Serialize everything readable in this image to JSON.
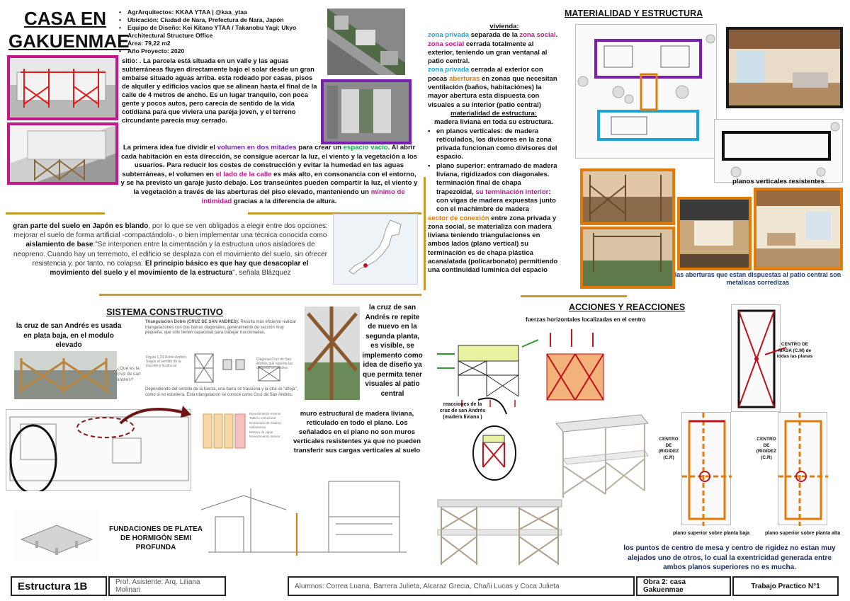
{
  "title": {
    "line1": "CASA EN",
    "line2": "GAKUENMAE"
  },
  "info": [
    "AgrArquitectos: KKAA YTAA | @kaa_ytaa",
    "Ubicación: Ciudad de Nara, Prefectura de Nara, Japón",
    "Equipo de Diseño: Kei Kitano YTAA / Takanobu Yagi; Ukyo Architectural Structure Office",
    "Área: 79,22 m2",
    "Año Proyecto: 2020"
  ],
  "sitio": "sitio: . La parcela está situada en un valle y las aguas subterráneas fluyen directamente bajo el solar desde un gran embalse situado aguas arriba. esta rodeado por casas, pisos de alquiler y edificios vacíos que se alinean hasta el final de la calle de 4 metros de ancho. Es un lugar tranquilo, con poca gente y pocos autos, pero carecía de sentido de la vida cotidiana para que viviera una pareja joven, y el terreno circundante parecía muy cerrado.",
  "idea": {
    "p1": "La primera idea fue dividir el ",
    "h1": "volumen en dos mitades",
    "p2": " para crear un ",
    "h2": "espacio vacío",
    "p3": ". Al abrir cada habitación en esta dirección, se consigue acercar la luz, el viento y la vegetación a los usuarios. Para reducir los costes de construcción y evitar la humedad en las aguas subterráneas, el volumen en ",
    "h3": "el lado de la calle",
    "p4": " es más alto, en consonancia con el entorno, y se ha previsto un garaje justo debajo. Los transeúntes pueden compartir la luz, el viento y la vegetación a través de las aberturas del piso elevado, manteniendo un ",
    "h4": "mínimo de intimidad",
    "p5": " gracias a la diferencia de altura."
  },
  "japon": {
    "b1": "gran parte del suelo en Japón es blando",
    "t1": ", por lo que se ven obligados a elegir entre dos opciones: mejorar el suelo de forma artificial -compactándolo-, o bien implementar una técnica conocida como ",
    "b2": "aislamiento de base",
    "t2": ":\"Se interponen entre la cimentación y la estructura unos aisladores de neopreno. Cuando hay un terremoto, el edificio se desplaza con el movimiento del suelo, sin ofrecer resistencia y, por tanto, no colapsa. ",
    "b3": "El principio básico es que hay que desacoplar el movimiento del suelo y el movimiento de la estructura",
    "t3": "\", señala Blázquez"
  },
  "materialidad": {
    "heading": "MATERIALIDAD Y ESTRUCTURA",
    "vivienda": "vivienda:",
    "zp1a": "zona privada",
    "zp1b": " separada de la ",
    "zp1c": "zona social",
    "zp1d": ".",
    "zs2a": "zona social",
    "zs2b": " cerrada totalmente al exterior, teniendo un gran ventanal al patio central.",
    "zp3a": "zona privada",
    "zp3b": " cerrada al exterior con pocas ",
    "zp3c": "aberturas",
    "zp3d": " en zonas que necesitan ventilación (baños, habitaciónes) la mayor abertura esta dispuesta con visuales a su interior (patio central)",
    "sub": "materialidad de estructura:",
    "madera": "madera liviana en toda su estructura.",
    "li1": "en planos verticales: de madera reticulados, los divisores en la zona privada funcionan como divisores del espacio.",
    "li2a": "plano superior: entramado de madera liviana, rigidizados con diagonales. terminación final de chapa trapezoidal, ",
    "li2b": "su terminación interior",
    "li2c": ": con vigas de madera expuestas junto con el machimbre de madera",
    "sca": "sector de conexión",
    "scb": " entre zona privada y zona social, se materializa con madera liviana teniendo triangulaciones en ambos lados (plano vertical) su terminación es de chapa plástica acanalatada (policarbonato) permitiendo una continuidad luminica del espacio"
  },
  "planos_verticales": "planos verticales resistentes",
  "aberturas_caption": "las aberturas que estan dispuestas al patio central son metalicas corredizas",
  "sistema": {
    "heading": "SISTEMA CONSTRUCTIVO",
    "cruz1": "la cruz de san Andrés es usada en plata baja, en el modulo elevado",
    "cruz2": "la cruz de san Andrés re repite de nuevo en la segunda planta, es visible, se implemento como idea de diseño ya que permita tener visuales al patio central",
    "tri_title": "Triangulación Doble (CRUZ DE SAN ANDRES):",
    "tri_body": "Resulta más eficiente realizar triangulaciones con dos barras diagonales, generalmente de sección muy pequeña, que sólo tienen capacidad para trabajar traccionadas.",
    "que_es": "¿Que es la cruz de san andres?",
    "fig_a": "Figura 1.24 Doble Andrés. Según el sentido de la tracción y la otra se",
    "fig_b": "Diagonal-Cruz de San Andrés que soporta las diagonal se pandea",
    "tri_foot": "Dependiendo del sentido de la fuerza, una barra se tracciona y la otra se \"afloja\", como si no estuviera. Esta triangulación se conoce como Cruz de San Andrés.",
    "muro": "muro estructural de madera liviana, reticulado en todo el plano. Los señalados en el plano no son muros verticales resistentes ya que no pueden transferir sus cargas verticales al suelo",
    "fundaciones": "FUNDACIONES DE PLATEA DE HORMIGÓN SEMI PROFUNDA",
    "legend": [
      "Revestimiento exterior",
      "Tablero estructural",
      "Entramado de madera",
      "Aislamiento",
      "Barrera de vapor",
      "Revestimiento interior"
    ]
  },
  "acciones": {
    "heading": "ACCIONES Y REACCIONES",
    "fuerzas": "fuerzas horizontales localizadas en el centro",
    "reacciones": "reacciones de la cruz de san Andrés (madera liviana )",
    "centro_masa": "CENTRO DE MASA (C.M) de todas las planas",
    "cr1": "CENTRO DE (RIGIDEZ (C.R)",
    "cr2": "CENTRO DE (RIGIDEZ (C.R)",
    "pb": "plano superior sobre planta baja",
    "pa": "plano superior sobre planta alta",
    "conclusion": "los puntos de centro de mesa y centro de rigidez no estan muy alejados uno de otros, lo cual la exentricidad generada entre ambos planos superiores no es mucha."
  },
  "footer": {
    "course": "Estructura 1B",
    "prof": "Prof. Asistente: Arq. Liliana Molinari",
    "alumnos": "Alumnos: Correa Luana, Barrera Julieta, Alcaraz Grecia, Chañi Lucas y Coca Julieta",
    "obra": "Obra 2: casa  Gakuenmae",
    "tp": "Trabajo Practico N°1"
  },
  "colors": {
    "pink": "#c2188a",
    "cyan": "#1aa6d6",
    "purple": "#7a1fb0",
    "orange": "#e07a0a",
    "gold": "#c79a2e",
    "red": "#c0121c"
  }
}
